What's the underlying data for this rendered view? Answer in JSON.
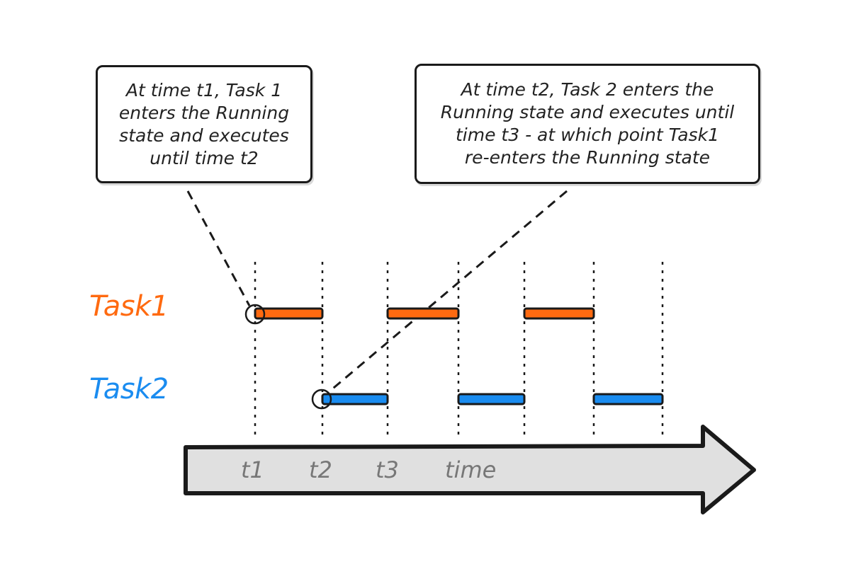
{
  "callouts": [
    {
      "text": "At time t1, Task 1\nenters the Running\nstate and executes\nuntil time t2"
    },
    {
      "text": "At time t2, Task 2 enters the\nRunning state and executes until\ntime t3 - at which point Task1\nre-enters the Running state"
    }
  ],
  "tasks": [
    {
      "name": "Task1",
      "color": "#ff6a10",
      "running": [
        [
          0,
          1
        ],
        [
          2,
          3
        ],
        [
          4,
          5
        ]
      ]
    },
    {
      "name": "Task2",
      "color": "#1a8cf0",
      "running": [
        [
          1,
          2
        ],
        [
          3,
          4
        ],
        [
          5,
          6
        ]
      ]
    }
  ],
  "timeline": {
    "tick_count": 7,
    "labels": [
      "t1",
      "t2",
      "t3"
    ],
    "axis_label": "time",
    "arrow_fill": "#e0e0e0",
    "label_color": "#777777"
  },
  "colors": {
    "outline": "#1a1a1a"
  }
}
